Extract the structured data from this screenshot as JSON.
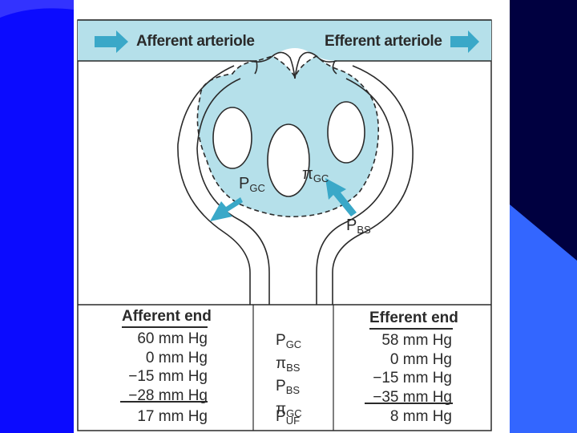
{
  "colors": {
    "slide_left": "#0b0bff",
    "slide_right": "#000040",
    "slide_accent": "#3366ff",
    "paper": "#ffffff",
    "fluid": "#b5e0ea",
    "arrow": "#3aa8c8",
    "ink": "#2a2a2a"
  },
  "diagram": {
    "afferent_label": "Afferent arteriole",
    "efferent_label": "Efferent arteriole",
    "pgc": {
      "main": "P",
      "sub": "GC"
    },
    "pi_gc": {
      "main": "π",
      "sub": "GC"
    },
    "pbs": {
      "main": "P",
      "sub": "BS"
    }
  },
  "table": {
    "afferent_header": "Afferent end",
    "efferent_header": "Efferent end",
    "afferent_values": [
      "60 mm Hg",
      "0 mm Hg",
      "−15 mm Hg",
      "−28 mm Hg"
    ],
    "afferent_result": "17 mm Hg",
    "efferent_values": [
      "58 mm Hg",
      "0 mm Hg",
      "−15 mm Hg",
      "−35 mm Hg"
    ],
    "efferent_result": "8 mm Hg",
    "row_labels": [
      {
        "main": "P",
        "sub": "GC"
      },
      {
        "main": "π",
        "sub": "BS"
      },
      {
        "main": "P",
        "sub": "BS"
      },
      {
        "main": "π",
        "sub": "GC"
      }
    ],
    "result_label": {
      "main": "P",
      "sub": "UF"
    }
  }
}
